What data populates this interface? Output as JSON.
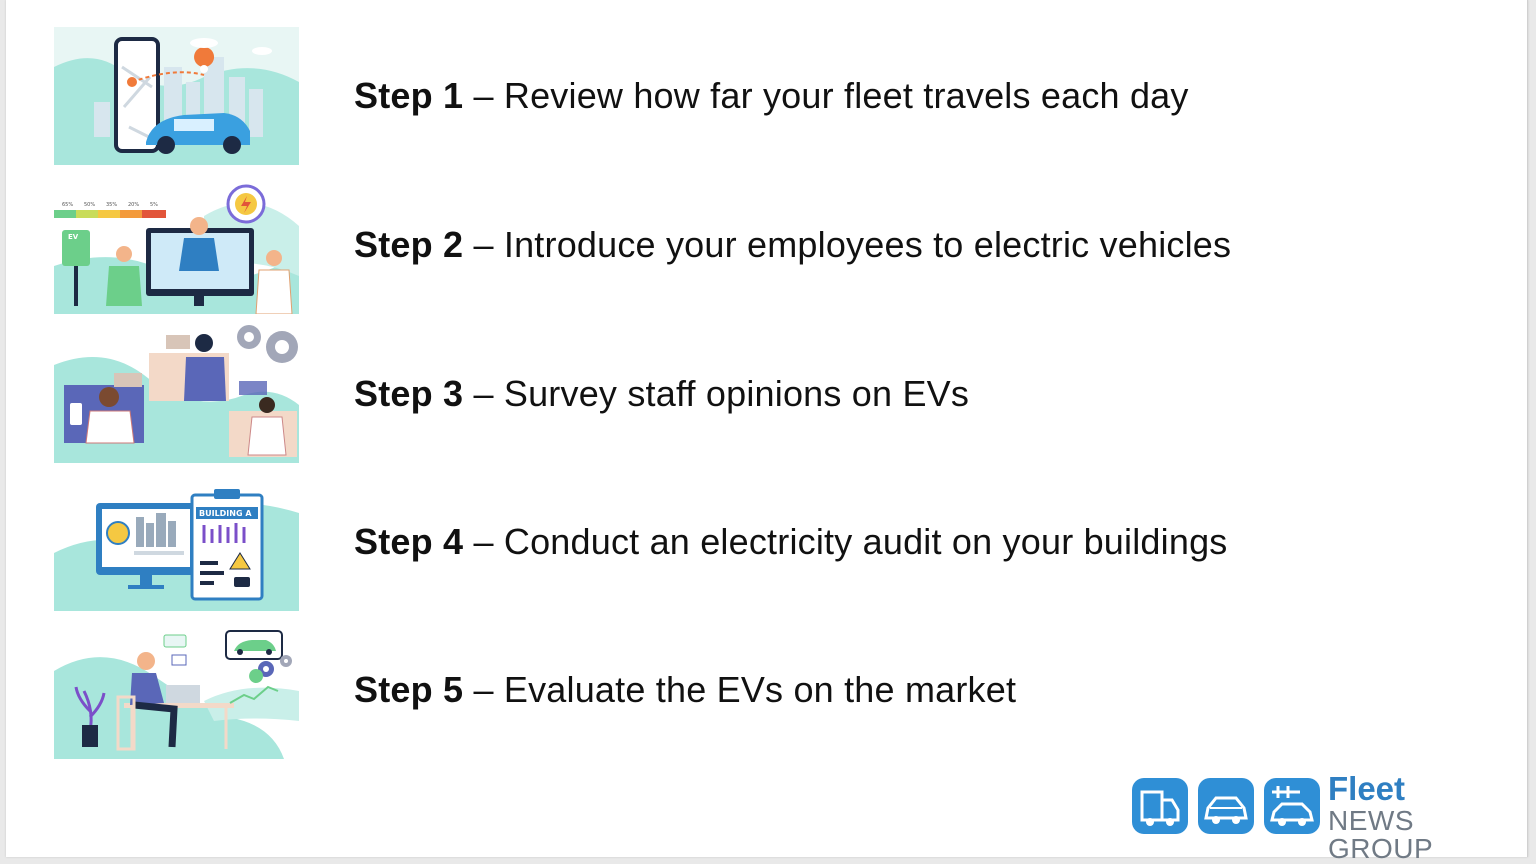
{
  "steps": [
    {
      "label": "Step 1",
      "text": " – Review how far your fleet travels each day"
    },
    {
      "label": "Step 2",
      "text": " – Introduce your employees to electric vehicles"
    },
    {
      "label": "Step 3",
      "text": " – Survey staff opinions on EVs"
    },
    {
      "label": "Step 4",
      "text": " – Conduct an electricity audit on your buildings"
    },
    {
      "label": "Step 5",
      "text": " – Evaluate the EVs on the market"
    }
  ],
  "illustrations": {
    "step2_scale": [
      "65%",
      "50%",
      "35%",
      "20%",
      "5%"
    ],
    "step2_sign": "EV",
    "step4_board": "BUILDING A"
  },
  "logo": {
    "line1": "Fleet",
    "line2": "NEWS GROUP"
  },
  "colors": {
    "accent_blue": "#2f7fc2",
    "mint": "#a8e6dc",
    "text": "#111111"
  }
}
